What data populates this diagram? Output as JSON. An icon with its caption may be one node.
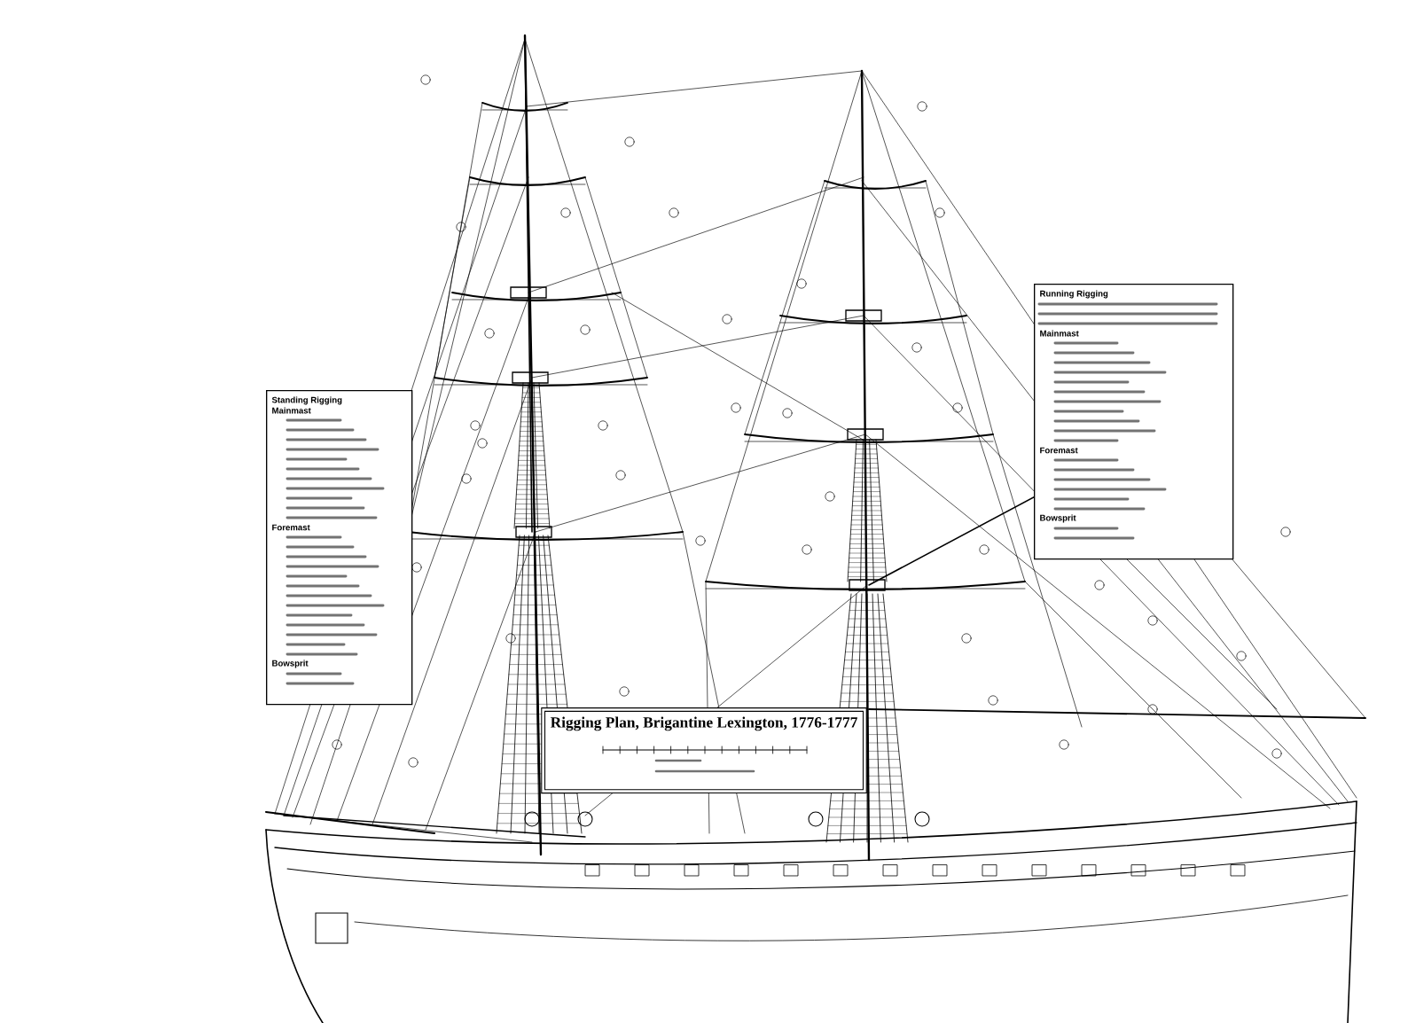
{
  "diagram": {
    "nodes": [
      {
        "text": [
          "Standing Rigging",
          "Mainmast",
          "Foremast",
          "Bowsprit"
        ]
      },
      {
        "text": [
          "Running Rigging",
          "Mainmast",
          "Foremast",
          "Bowsprit"
        ]
      },
      {
        "text": [
          "Rigging Plan, Brigantine Lexington, 1776-1777"
        ]
      }
    ]
  }
}
